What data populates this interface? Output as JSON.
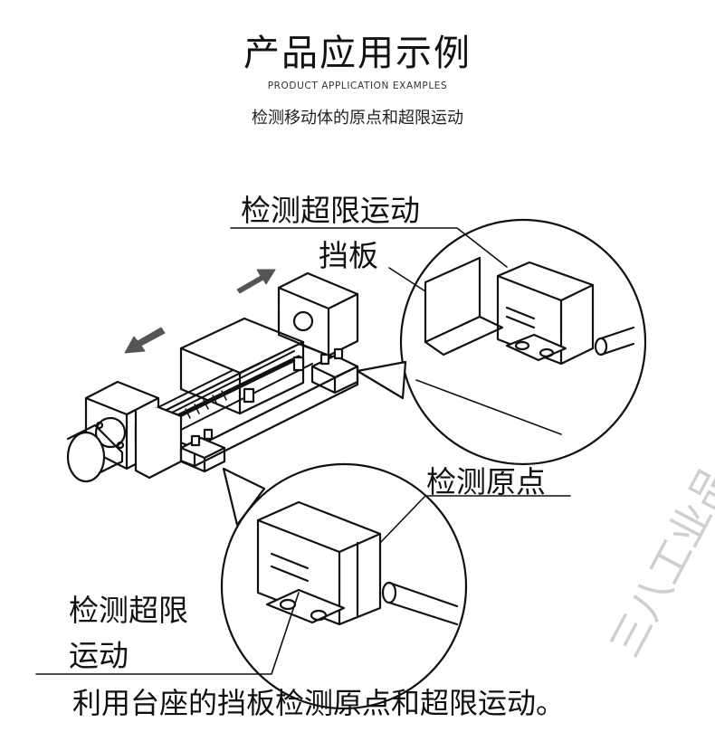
{
  "header": {
    "title": "产品应用示例",
    "subtitle_en": "PRODUCT APPLICATION EXAMPLES",
    "subtitle_cn": "检测移动体的原点和超限运动"
  },
  "labels": {
    "limit_top": "检测超限运动",
    "baffle": "挡板",
    "origin": "检测原点",
    "limit_bottom": "检测超限运动"
  },
  "caption": "利用台座的挡板检测原点和超限运动。",
  "watermark": "三八工业品"
}
